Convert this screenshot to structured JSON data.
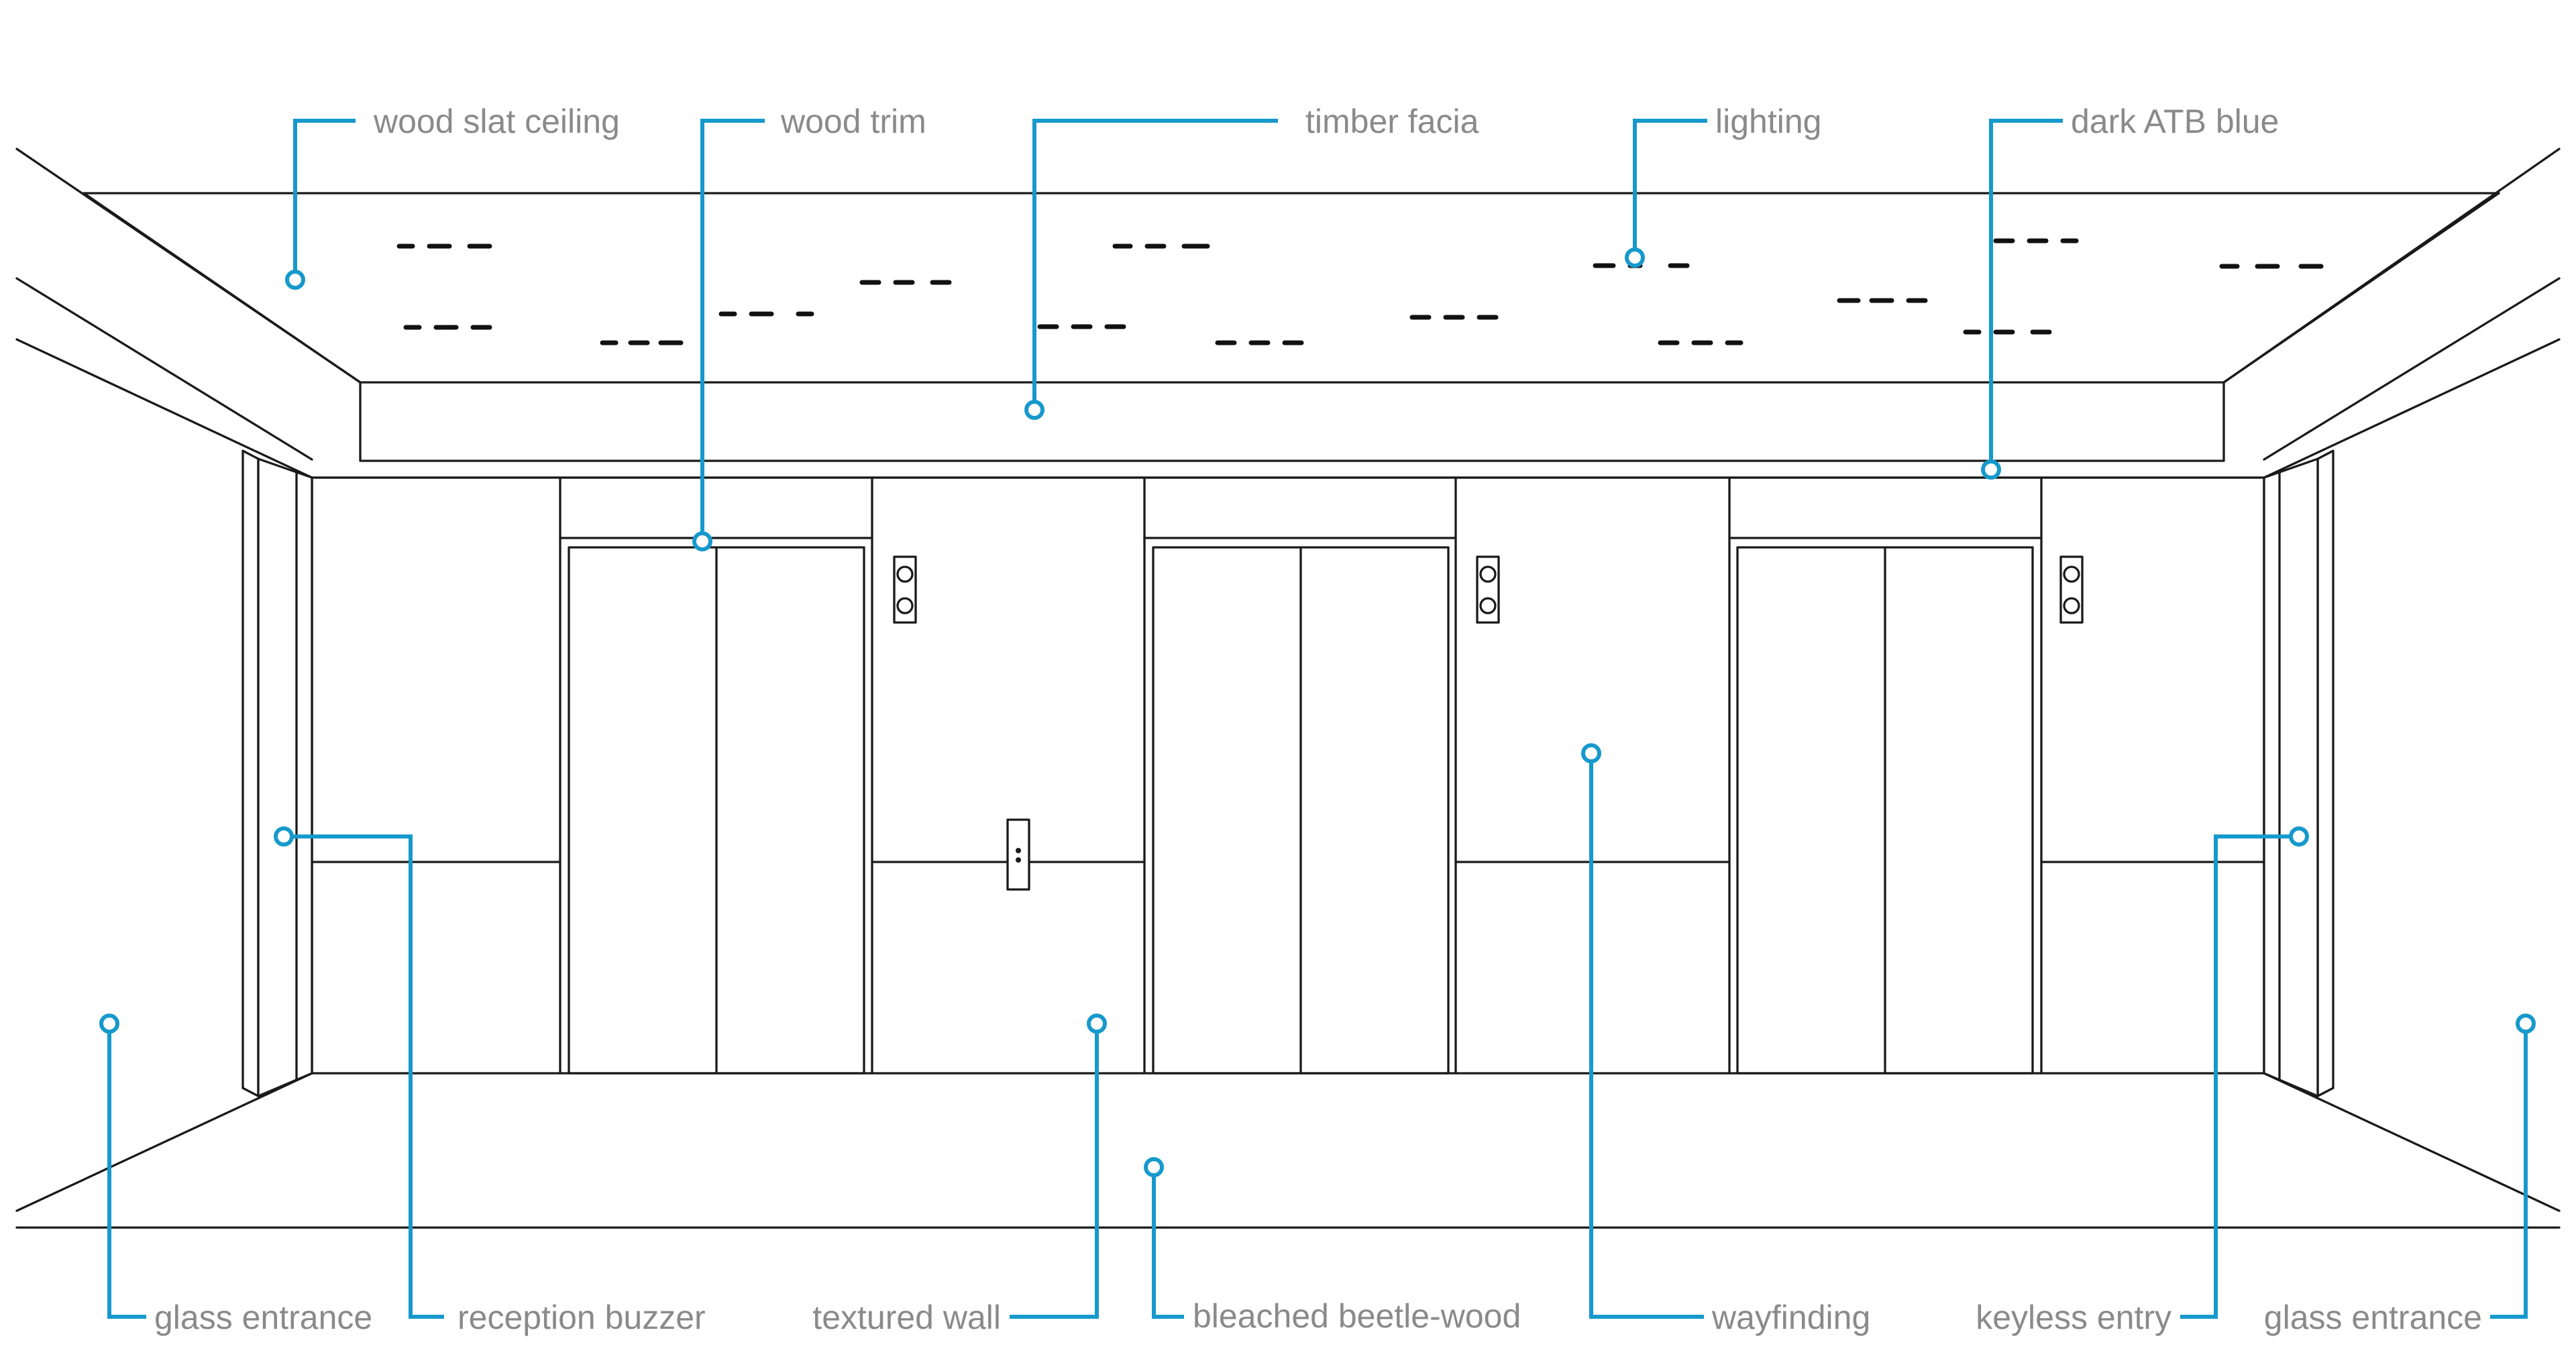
{
  "colors": {
    "leader": "#1699cc",
    "label": "#8a8a8a",
    "outline": "#1a1a1a",
    "background": "#ffffff"
  },
  "labels": {
    "wood_slat_ceiling": "wood slat ceiling",
    "wood_trim": "wood trim",
    "timber_facia": "timber facia",
    "lighting": "lighting",
    "dark_atb_blue": "dark ATB blue",
    "glass_entrance_left": "glass entrance",
    "reception_buzzer": "reception buzzer",
    "textured_wall": "textured wall",
    "bleached_beetle_wood": "bleached beetle-wood",
    "wayfinding": "wayfinding",
    "keyless_entry": "keyless entry",
    "glass_entrance_right": "glass entrance"
  }
}
